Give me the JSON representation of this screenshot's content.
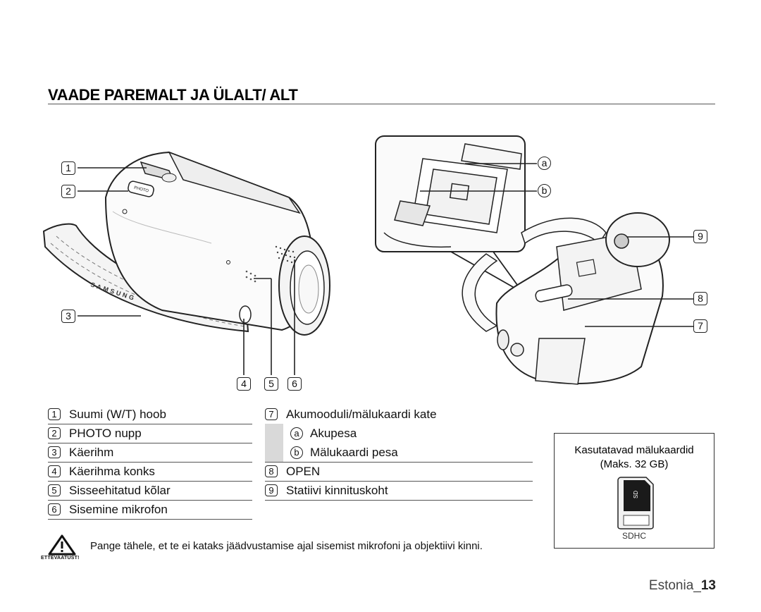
{
  "header": {
    "title": "VAADE PAREMALT JA ÜLALT/ ALT"
  },
  "callouts": {
    "n1": "1",
    "n2": "2",
    "n3": "3",
    "n4": "4",
    "n5": "5",
    "n6": "6",
    "n7": "7",
    "n8": "8",
    "n9": "9",
    "a": "a",
    "b": "b"
  },
  "camera_labels": {
    "photo": "PHOTO",
    "brand": "SAMSUNG"
  },
  "legend_left": [
    {
      "num": "1",
      "label": "Suumi (W/T) hoob"
    },
    {
      "num": "2",
      "label": "PHOTO nupp"
    },
    {
      "num": "3",
      "label": "Käerihm"
    },
    {
      "num": "4",
      "label": "Käerihma konks"
    },
    {
      "num": "5",
      "label": "Sisseehitatud kõlar"
    },
    {
      "num": "6",
      "label": "Sisemine mikrofon"
    }
  ],
  "legend_right": [
    {
      "num": "7",
      "label": "Akumooduli/mälukaardi kate"
    },
    {
      "num": "a",
      "label": "Akupesa"
    },
    {
      "num": "b",
      "label": "Mälukaardi pesa"
    },
    {
      "num": "8",
      "label": "OPEN"
    },
    {
      "num": "9",
      "label": "Statiivi kinnituskoht"
    }
  ],
  "card_box": {
    "title": "Kasutatavad mälukaardid",
    "subtitle": "(Maks. 32 GB)",
    "label": "SDHC"
  },
  "warning": {
    "text": "Pange tähele, et te ei kataks jäädvustamise ajal sisemist mikrofoni ja objektiivi kinni.",
    "caption": "ETTEVAATUST!"
  },
  "footer": {
    "country": "Estonia_",
    "page": "13"
  }
}
